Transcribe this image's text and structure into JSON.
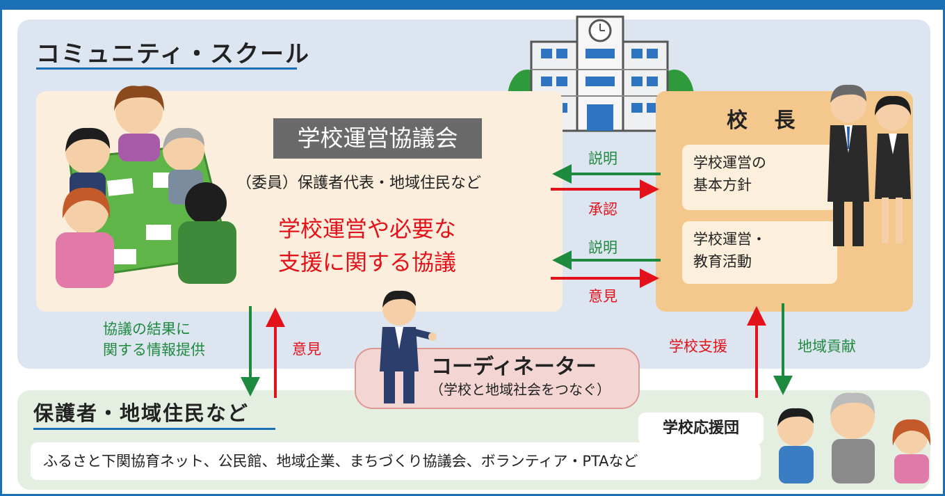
{
  "community_school": {
    "title": "コミュニティ・スクール",
    "council": {
      "name": "学校運営協議会",
      "members": "（委員）保護者代表・地域住民など",
      "discussion_line1": "学校運営や必要な",
      "discussion_line2": "支援に関する協議"
    },
    "principal": {
      "label": "校 長",
      "box1_line1": "学校運営の",
      "box1_line2": "基本方針",
      "box2_line1": "学校運営・",
      "box2_line2": "教育活動"
    },
    "arrows": {
      "explain1": "説明",
      "approve": "承認",
      "explain2": "説明",
      "opinion_right": "意見",
      "info_line1": "協議の結果に",
      "info_line2": "関する情報提供",
      "opinion_up": "意見",
      "school_support": "学校支援",
      "local_contribution": "地域貢献"
    }
  },
  "coordinator": {
    "title": "コーディネーター",
    "subtitle": "（学校と地域社会をつなぐ）"
  },
  "community": {
    "title": "保護者・地域住民など",
    "supporters": "学校応援団",
    "members_list": "ふるさと下関協育ネット、公民館、地域企業、まちづくり協議会、ボランティア・PTAなど"
  },
  "colors": {
    "frame": "#1a6fb5",
    "green_arrow": "#1e8a3f",
    "red_arrow": "#e3111a"
  },
  "icons": [
    "school-building-icon",
    "council-meeting-illustration",
    "principal-illustration",
    "coordinator-illustration",
    "supporters-illustration"
  ]
}
